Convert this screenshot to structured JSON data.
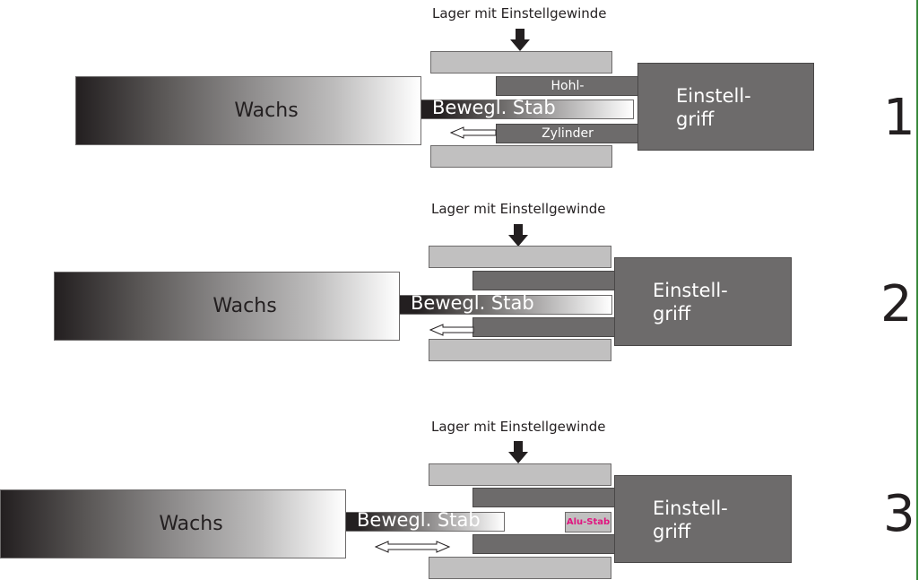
{
  "diagram": {
    "sections": [
      {
        "number": "1",
        "bearing_label": "Lager mit Einstellgewinde",
        "wax_label": "Wachs",
        "rod_label": "Bewegl. Stab",
        "tube_label_top": "Hohl-",
        "tube_label_bottom": "Zylinder",
        "knob_label": "Einstell-\ngriff",
        "motion": "left"
      },
      {
        "number": "2",
        "bearing_label": "Lager mit Einstellgewinde",
        "wax_label": "Wachs",
        "rod_label": "Bewegl. Stab",
        "knob_label": "Einstell-\ngriff",
        "motion": "left"
      },
      {
        "number": "3",
        "bearing_label": "Lager mit Einstellgewinde",
        "wax_label": "Wachs",
        "rod_label": "Bewegl. Stab",
        "insert_label": "Alu-Stab",
        "knob_label": "Einstell-\ngriff",
        "motion": "both"
      }
    ],
    "colors": {
      "bearing": "#c1c0c0",
      "tube": "#6d6b6b",
      "knob": "#6d6b6b",
      "alu_text": "#e0157f",
      "border_line": "#2e7d32"
    }
  }
}
